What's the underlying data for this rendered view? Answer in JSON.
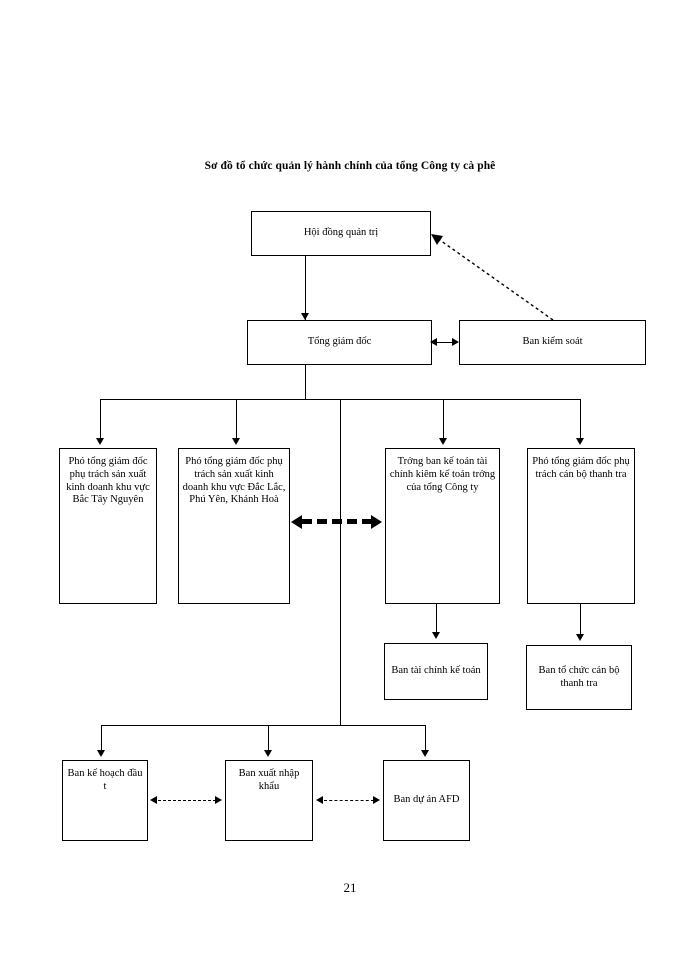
{
  "document": {
    "page_number": "21",
    "title": "Sơ đồ tổ chức quản lý hành chính của tổng Công ty cà phê"
  },
  "diagram": {
    "type": "organizational-chart",
    "nodes": {
      "board": "Hội đồng quản trị",
      "general_director": "Tổng giám đốc",
      "supervisory_board": "Ban kiểm soát",
      "deputy_north_tay_nguyen": "Phó tổng giám đốc phụ trách sản xuất kinh doanh khu vực Bắc Tây Nguyên",
      "deputy_daclac": "Phó tổng giám đốc phụ trách sản xuất kinh doanh khu vực Đắc Lắc, Phú Yên, Khánh Hoà",
      "chief_accountant": "Trởng  ban kế toán tài chính kiêm kế toán trởng  của tổng Công ty",
      "deputy_personnel_inspection": "Phó tổng giám đốc phụ trách cán bộ thanh tra",
      "finance_accounting_dept": "Ban tài chính kế toán",
      "personnel_inspection_dept": "Ban tổ chức cán bộ thanh tra",
      "planning_investment_dept": "Ban kế hoạch đầu t",
      "import_export_dept": "Ban xuất nhập khẩu",
      "afd_project_dept": "Ban dự án AFD"
    },
    "connectors": {
      "board_to_supervisory": "dotted-arrow-from-supervisory-board-to-board",
      "general_director_to_supervisory": "double-headed-solid-arrow",
      "deputy_daclac_to_chief_accountant": "thick-dashed-double-headed-arrow",
      "planning_to_import_export": "dashed-double-headed-arrow",
      "import_export_to_afd": "dashed-double-headed-arrow"
    }
  },
  "colors": {
    "line": "#000000",
    "box_fill": "#ffffff",
    "text": "#000000"
  }
}
